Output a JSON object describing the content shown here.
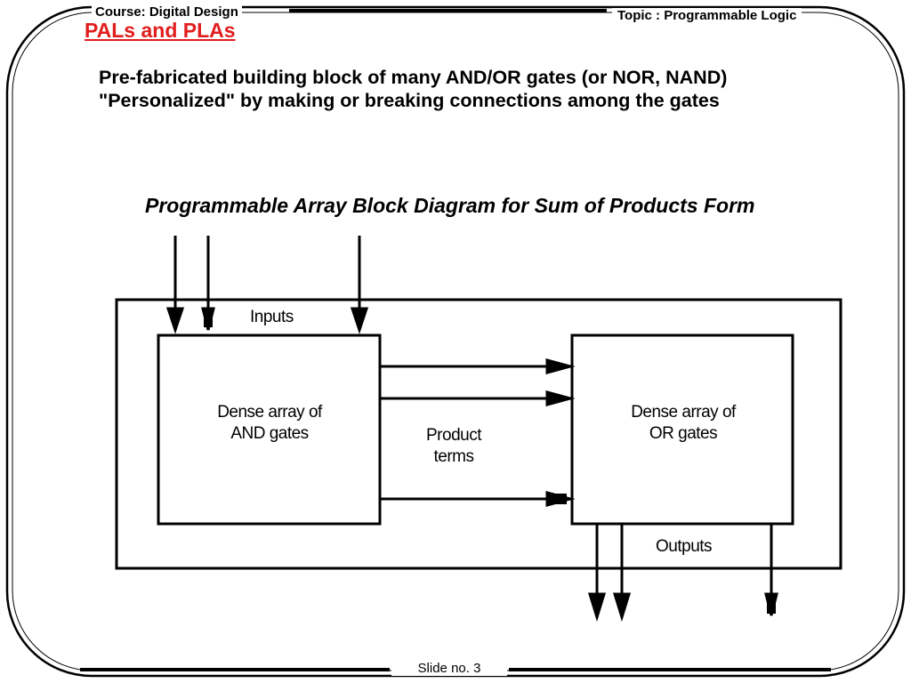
{
  "header": {
    "course": "Course: Digital Design",
    "title": "PALs and PLAs",
    "topic": "Topic : Programmable Logic"
  },
  "bullets": [
    "Pre-fabricated building block of many AND/OR gates (or NOR, NAND)",
    "\"Personalized\" by making or breaking connections among the gates"
  ],
  "diagram": {
    "title": "Programmable Array Block Diagram for Sum of Products Form",
    "inputs_label": "Inputs",
    "and_block": [
      "Dense array of",
      "AND gates"
    ],
    "or_block": [
      "Dense array of",
      "OR gates"
    ],
    "product_terms": [
      "Product",
      "terms"
    ],
    "outputs_label": "Outputs"
  },
  "footer": {
    "slide": "Slide  no.  3"
  },
  "colors": {
    "title_red": "#e21d1d",
    "line": "#000000"
  }
}
